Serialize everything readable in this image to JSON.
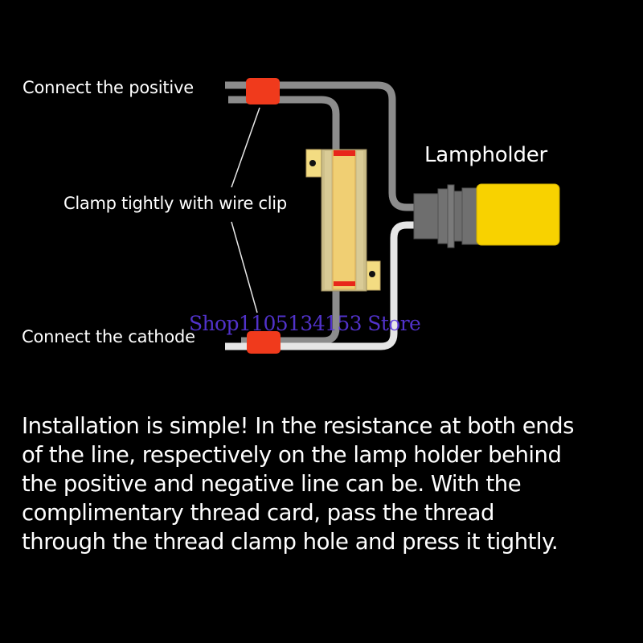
{
  "labels": {
    "connect_positive": "Connect the positive",
    "clamp": "Clamp tightly with wire clip",
    "connect_cathode": "Connect the cathode",
    "lampholder": "Lampholder"
  },
  "watermark": "Shop1105134153 Store",
  "description_lines": [
    "Installation is simple! In the resistance at both ends",
    "of the line, respectively on the lamp holder behind",
    "the positive and negative line can be. With the",
    "complimentary thread card, pass the thread",
    "through the thread clamp hole and press it tightly."
  ],
  "colors": {
    "background": "#000000",
    "wire_positive": "#8c8c8c",
    "wire_negative": "#e6e6e6",
    "clip": "#f03a1c",
    "resistor_body": "#f0cf73",
    "resistor_band": "#e8261a",
    "lamp": "#f8d200",
    "socket": "#6e6e6e",
    "watermark": "#5a38e0"
  }
}
